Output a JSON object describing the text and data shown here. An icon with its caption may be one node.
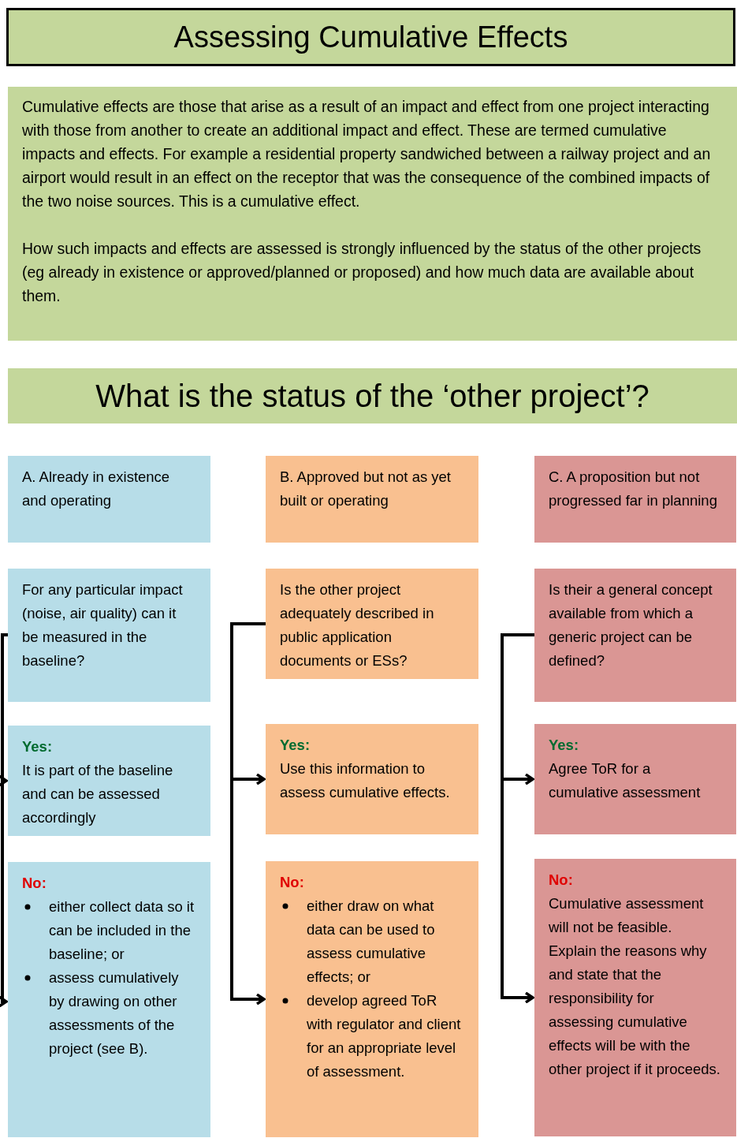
{
  "diagram": {
    "title": "Assessing Cumulative Effects",
    "nodes": [
      {
        "text": [
          "Cumulative effects are those that arise as a result of an impact and effect from one project interacting with those from another to create an additional impact and effect. These are termed cumulative impacts and effects.  For example a residential property sandwiched between a railway project and an airport would result in an effect on the receptor that was the consequence of the combined impacts of the two noise sources. This is a cumulative effect.",
          "How such impacts and effects are assessed is strongly influenced by the status of the other projects (eg already in existence or approved/planned or proposed) and how much data are available about them."
        ]
      },
      {
        "text": [
          "What is the status of the ‘other project’?"
        ]
      },
      {
        "text": [
          "A. Already in existence and operating"
        ]
      },
      {
        "text": [
          "B. Approved but not as yet built or operating"
        ]
      },
      {
        "text": [
          "C. A proposition but not progressed far in planning"
        ]
      },
      {
        "text": [
          "For any particular impact (noise, air quality) can it be measured in the baseline?"
        ]
      },
      {
        "text": [
          "Is the other project adequately described in public application documents or ESs?"
        ]
      },
      {
        "text": [
          "Is their a general concept available from which a generic project can be defined?"
        ]
      },
      {
        "text": [
          "Yes:",
          "It is part of the baseline and can be assessed accordingly"
        ]
      },
      {
        "text": [
          "Yes:",
          "Use this information to assess cumulative effects."
        ]
      },
      {
        "text": [
          "Yes:",
          "Agree ToR for a cumulative assessment"
        ]
      },
      {
        "text": [
          "No:",
          "either collect data so it can be included in the baseline; or",
          "assess cumulatively by drawing on other assessments of the project (see B)."
        ]
      },
      {
        "text": [
          "No:",
          "either draw on what data can be used to assess cumulative effects; or",
          "develop agreed ToR with regulator and client for an appropriate level of assessment."
        ]
      },
      {
        "text": [
          "No:",
          "Cumulative assessment will not be feasible.  Explain the reasons why and state that the responsibility for assessing cumulative effects will be with the other project if it proceeds."
        ]
      }
    ],
    "edges": [
      {
        "from": 5,
        "to": 8,
        "arrow": "to"
      },
      {
        "from": 5,
        "to": 11,
        "arrow": "to"
      },
      {
        "from": 6,
        "to": 9,
        "arrow": "to"
      },
      {
        "from": 6,
        "to": 12,
        "arrow": "to"
      },
      {
        "from": 7,
        "to": 10,
        "arrow": "to"
      },
      {
        "from": 7,
        "to": 13,
        "arrow": "to"
      }
    ]
  }
}
